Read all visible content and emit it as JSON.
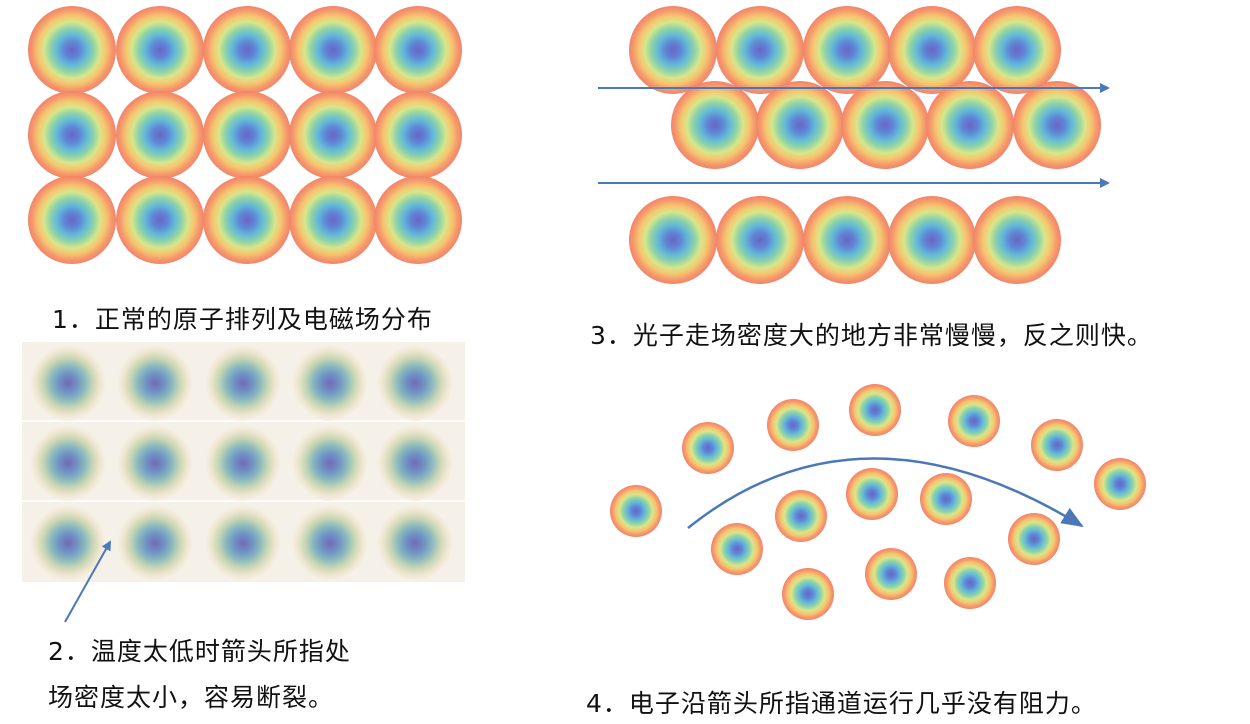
{
  "captions": {
    "panel1": "1．正常的原子排列及电磁场分布",
    "panel2_line1": "2．温度太低时箭头所指处",
    "panel2_line2": "场密度太小，容易断裂。",
    "panel3": "3．光子走场密度大的地方非常慢慢，反之则快。",
    "panel4": "4．电子沿箭头所指通道运行几乎没有阻力。"
  },
  "colors": {
    "arrow": "#4a78b8",
    "core": "#6a6cc8",
    "outer": "#f2856a"
  }
}
